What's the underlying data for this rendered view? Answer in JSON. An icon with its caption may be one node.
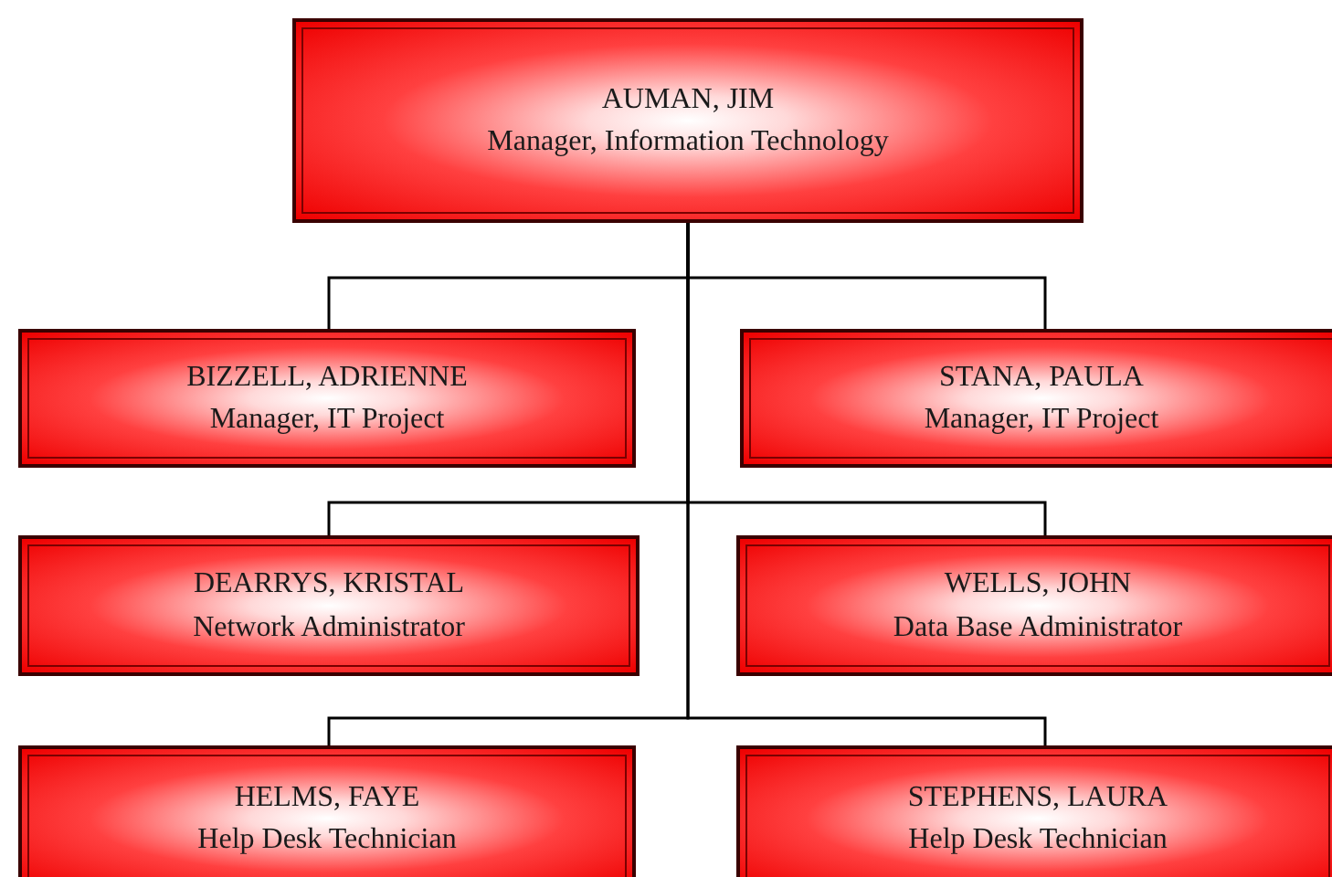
{
  "diagram": {
    "nodes": [
      {
        "text": [
          "AUMAN, JIM",
          "Manager, Information Technology"
        ]
      },
      {
        "text": [
          "BIZZELL, ADRIENNE",
          "Manager, IT Project"
        ]
      },
      {
        "text": [
          "STANA, PAULA",
          "Manager, IT Project"
        ]
      },
      {
        "text": [
          "DEARRYS, KRISTAL",
          "Network Administrator"
        ]
      },
      {
        "text": [
          "WELLS, JOHN",
          "Data Base Administrator"
        ]
      },
      {
        "text": [
          "HELMS, FAYE",
          "Help Desk Technician"
        ]
      },
      {
        "text": [
          "STEPHENS, LAURA",
          "Help Desk Technician"
        ]
      }
    ],
    "edges": [
      {
        "from": 0,
        "to": 1,
        "arrow": "none"
      },
      {
        "from": 0,
        "to": 2,
        "arrow": "none"
      },
      {
        "from": 0,
        "to": 3,
        "arrow": "none"
      },
      {
        "from": 0,
        "to": 4,
        "arrow": "none"
      },
      {
        "from": 0,
        "to": 5,
        "arrow": "none"
      },
      {
        "from": 0,
        "to": 6,
        "arrow": "none"
      }
    ]
  }
}
